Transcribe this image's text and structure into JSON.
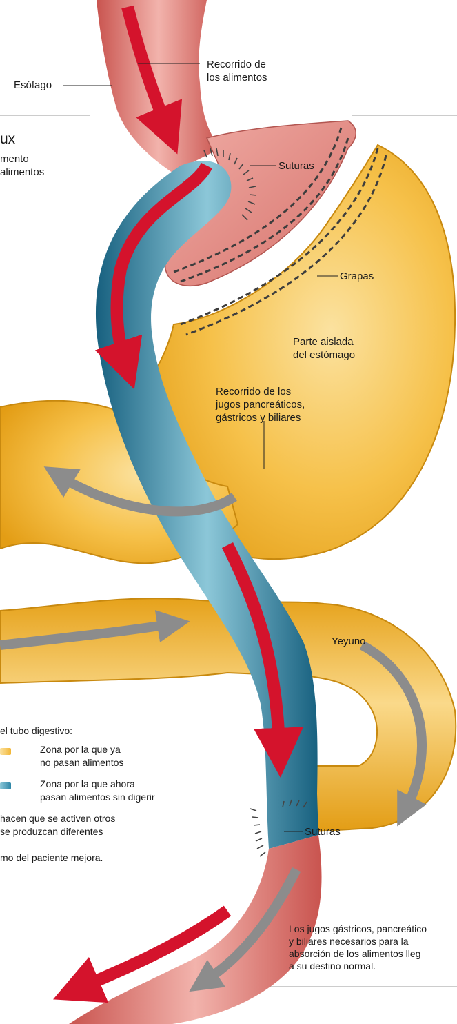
{
  "labels": {
    "esofago": "Esófago",
    "recorrido_alimentos": [
      "Recorrido de",
      "los alimentos"
    ],
    "suturas_top": "Suturas",
    "grapas": "Grapas",
    "parte_aislada": [
      "Parte aislada",
      "del estómago"
    ],
    "recorrido_jugos": [
      "Recorrido de los",
      "jugos pancreáticos,",
      "gástricos y biliares"
    ],
    "yeyuno": "Yeyuno",
    "suturas_bottom": "Suturas"
  },
  "left_fragments": {
    "title": "ux",
    "subtitle": [
      "mento",
      "alimentos"
    ],
    "legend_intro": "el tubo digestivo:",
    "legend": [
      {
        "lines": [
          "Zona por la que ya",
          "no pasan alimentos"
        ],
        "color": "#f2b636"
      },
      {
        "lines": [
          "Zona por la que ahora",
          "pasan alimentos sin digerir"
        ],
        "color": "#2d86a6"
      }
    ],
    "para1": [
      "hacen que se activen otros",
      "se produzcan diferentes"
    ],
    "para2": "mo del paciente mejora."
  },
  "bottom_note": [
    "Los jugos gástricos, pancreático",
    "y biliares necesarios para la",
    "absorción de los alimentos lleg",
    "a su destino normal."
  ],
  "colors": {
    "pink_tissue": "#e28a86",
    "yellow_tissue": "#f2b636",
    "blue_tissue": "#2d86a6",
    "red_arrow": "#d4132c",
    "gray_arrow": "#8c8c8c"
  }
}
